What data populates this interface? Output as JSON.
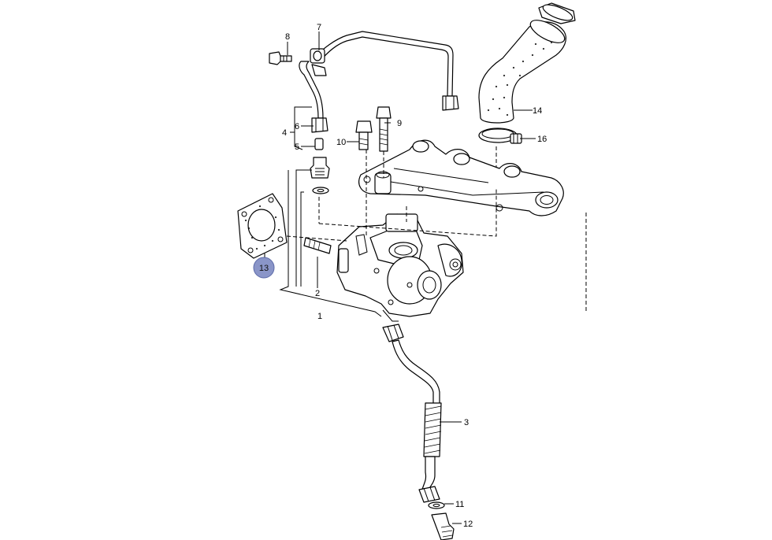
{
  "callouts": {
    "p1": "1",
    "p2": "2",
    "p3": "3",
    "p4": "4",
    "p5": "5",
    "p6": "6",
    "p7": "7",
    "p8": "8",
    "p9": "9",
    "p10": "10",
    "p11": "11",
    "p12": "12",
    "p13": "13",
    "p14": "14",
    "p16": "16"
  },
  "highlight": {
    "part": "13",
    "color": "#8a95c8"
  }
}
